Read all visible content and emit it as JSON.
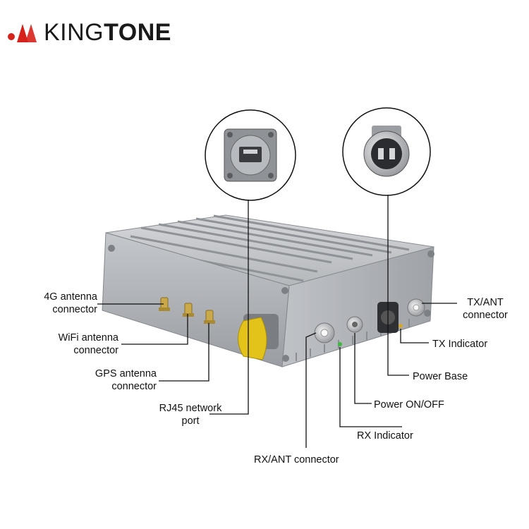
{
  "brand": {
    "name_part1": "KING",
    "name_part2": "TONE",
    "logo_color": "#d6221b"
  },
  "labels": {
    "antenna_4g": [
      "4G antenna",
      "connector"
    ],
    "antenna_wifi": [
      "WiFi antenna",
      "connector"
    ],
    "antenna_gps": [
      "GPS antenna",
      "connector"
    ],
    "rj45": [
      "RJ45 network",
      "port"
    ],
    "rx_ant": "RX/ANT connector",
    "rx_indicator": "RX Indicator",
    "power_onoff": "Power ON/OFF",
    "power_base": "Power Base",
    "tx_indicator": "TX Indicator",
    "tx_ant": [
      "TX/ANT",
      "connector"
    ]
  },
  "colors": {
    "housing": "#b9bcc0",
    "cap": "#e3c31a",
    "brass": "#c9a94a",
    "line": "#111111"
  }
}
